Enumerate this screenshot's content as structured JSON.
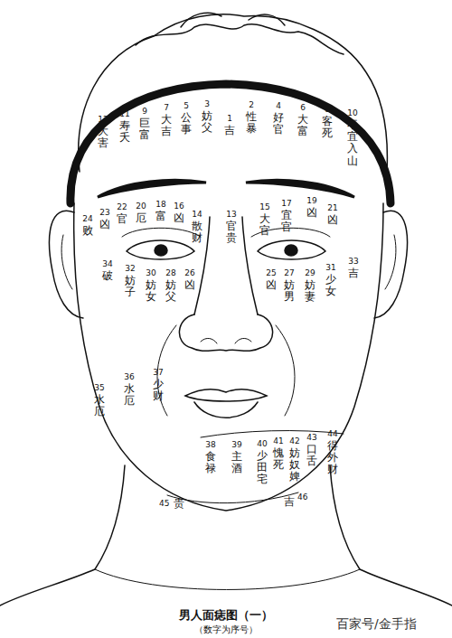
{
  "diagram": {
    "caption": "男人面痣图（一）",
    "labels": [
      "12",
      "大害",
      "11",
      "寿夭",
      "9",
      "巨富",
      "7",
      "大吉",
      "5",
      "公事",
      "3",
      "妨父",
      "1",
      "吉",
      "2",
      "性暴",
      "4",
      "好官",
      "6",
      "大富",
      "8",
      "客死",
      "10",
      "不宜入山",
      "24",
      "败",
      "23",
      "凶",
      "22",
      "官",
      "20",
      "厄",
      "18",
      "富",
      "16",
      "凶",
      "14",
      "散财",
      "13",
      "官贵",
      "15",
      "大官",
      "17",
      "宜官",
      "19",
      "凶",
      "21",
      "凶",
      "33",
      "吉",
      "34",
      "破",
      "32",
      "妨子",
      "30",
      "妨女",
      "28",
      "妨父",
      "26",
      "凶",
      "25",
      "凶",
      "27",
      "妨男",
      "29",
      "妨妻",
      "31",
      "少女",
      "35",
      "水厄",
      "36",
      "水厄",
      "37",
      "少财",
      "38",
      "食禄",
      "39",
      "主酒",
      "40",
      "少田宅",
      "41",
      "愧死",
      "42",
      "妨奴婢",
      "43",
      "口舌",
      "44",
      "得外财",
      "45",
      "贵",
      "46",
      "吉",
      "（数字为序号）",
      "百家号/金手指"
    ]
  }
}
